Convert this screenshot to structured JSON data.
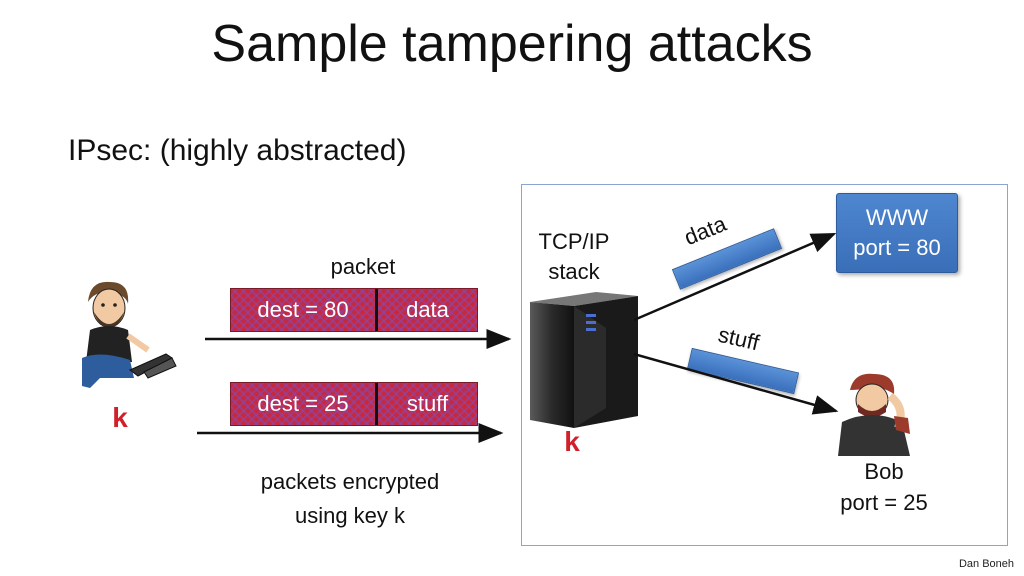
{
  "title": "Sample tampering attacks",
  "subtitle": "IPsec:  (highly abstracted)",
  "left": {
    "packet_label": "packet",
    "packet1": {
      "dest": "dest = 80",
      "payload": "data"
    },
    "packet2": {
      "dest": "dest = 25",
      "payload": "stuff"
    },
    "user_key": "k",
    "caption_line1": "packets encrypted",
    "caption_line2": "using key k"
  },
  "right": {
    "stack_line1": "TCP/IP",
    "stack_line2": "stack",
    "server_key": "k",
    "data_label": "data",
    "stuff_label": "stuff",
    "www_line1": "WWW",
    "www_line2": "port = 80",
    "bob_line1": "Bob",
    "bob_line2": "port = 25"
  },
  "footer": "Dan Boneh",
  "colors": {
    "key_red": "#d0202a",
    "packet_red": "#c8283c",
    "box_blue": "#3a6fb8"
  }
}
